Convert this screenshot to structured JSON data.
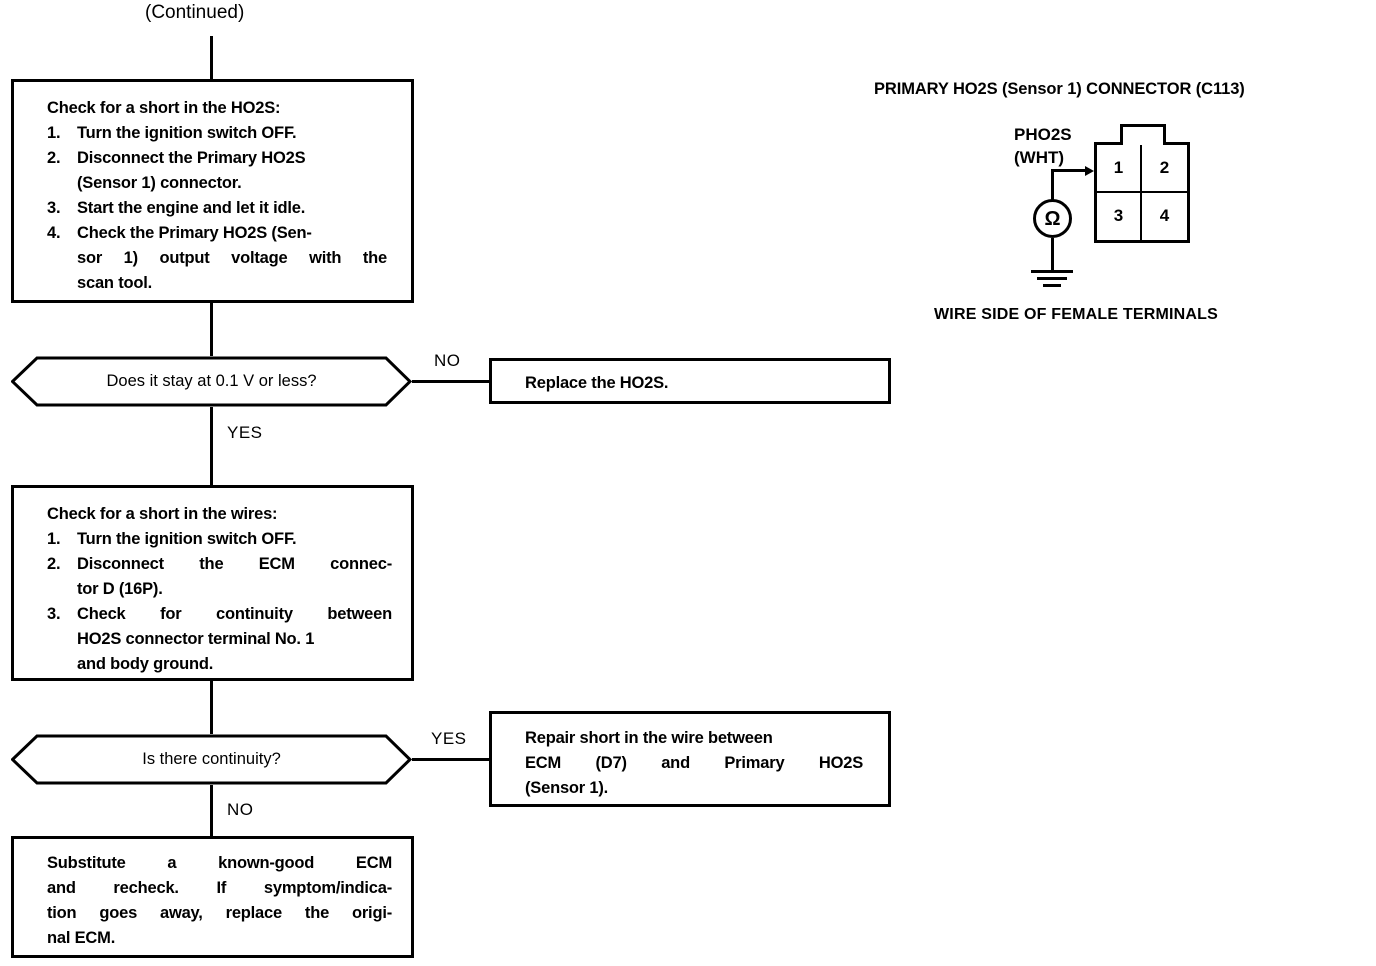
{
  "document": {
    "type": "automotive-diagnostic-flowchart",
    "continued_label": "(Continued)"
  },
  "flow": {
    "step1": {
      "heading": "Check for a short in the HO2S:",
      "items": [
        {
          "n": "1.",
          "text": "Turn the ignition switch OFF."
        },
        {
          "n": "2.",
          "text": "Disconnect the Primary HO2S (Sensor 1) connector."
        },
        {
          "n": "3.",
          "text": "Start the engine and let it idle."
        },
        {
          "n": "4.",
          "text": "Check the Primary HO2S (Sensor 1) output voltage with the scan tool."
        }
      ],
      "item2_line1": "Disconnect the Primary HO2S",
      "item2_line2": "(Sensor 1) connector.",
      "item4_line1": "Check the Primary HO2S (Sen-",
      "item4_line2": "sor 1) output voltage with the",
      "item4_line3": "scan tool."
    },
    "decision1": {
      "question": "Does it stay at 0.1 V or less?",
      "no_label": "NO",
      "yes_label": "YES"
    },
    "result1": {
      "text": "Replace the HO2S."
    },
    "step2": {
      "heading": "Check for a short in the wires:",
      "items": [
        {
          "n": "1.",
          "text": "Turn the ignition switch OFF."
        },
        {
          "n": "2.",
          "text": "Disconnect the ECM connector D (16P)."
        },
        {
          "n": "3.",
          "text": "Check for continuity between HO2S connector terminal No. 1 and body ground."
        }
      ],
      "item2_line1": "Disconnect the ECM connec-",
      "item2_line2": "tor D (16P).",
      "item3_line1": "Check for continuity between",
      "item3_line2": "HO2S connector terminal No. 1",
      "item3_line3": "and body ground."
    },
    "decision2": {
      "question": "Is there continuity?",
      "yes_label": "YES",
      "no_label": "NO"
    },
    "result2": {
      "line1": "Repair short in the wire between",
      "line2": "ECM (D7) and Primary HO2S",
      "line3": "(Sensor 1)."
    },
    "result3": {
      "line1": "Substitute a known-good ECM",
      "line2": "and recheck. If symptom/indica-",
      "line3": "tion goes away, replace the origi-",
      "line4": "nal ECM."
    }
  },
  "connector_diagram": {
    "title": "PRIMARY HO2S (Sensor 1) CONNECTOR (C113)",
    "wire_label_line1": "PHO2S",
    "wire_label_line2": "(WHT)",
    "meter_symbol": "Ω",
    "pins": [
      {
        "number": "1"
      },
      {
        "number": "2"
      },
      {
        "number": "3"
      },
      {
        "number": "4"
      }
    ],
    "caption": "WIRE SIDE OF FEMALE TERMINALS"
  },
  "colors": {
    "ink": "#000000",
    "paper": "#ffffff"
  }
}
